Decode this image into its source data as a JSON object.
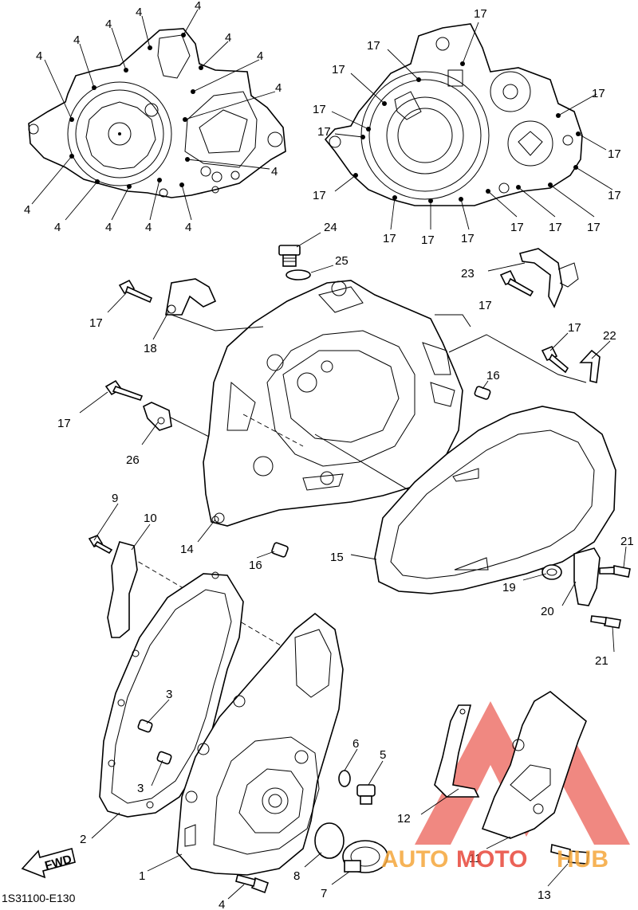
{
  "diagram_code": "1S31100-E130",
  "fwd_label": "FWD",
  "watermark": {
    "text_a": "AUTO",
    "text_b": "MOTO",
    "text_c": "HUB",
    "color_a": "#f4a63a",
    "color_b": "#e8463a"
  },
  "callouts": [
    {
      "id": "c4a",
      "text": "4"
    },
    {
      "id": "c4b",
      "text": "4"
    },
    {
      "id": "c4c",
      "text": "4"
    },
    {
      "id": "c4d",
      "text": "4"
    },
    {
      "id": "c4e",
      "text": "4"
    },
    {
      "id": "c4f",
      "text": "4"
    },
    {
      "id": "c4g",
      "text": "4"
    },
    {
      "id": "c4h",
      "text": "4"
    },
    {
      "id": "c4i",
      "text": "4"
    },
    {
      "id": "c4j",
      "text": "4"
    },
    {
      "id": "c4k",
      "text": "4"
    },
    {
      "id": "c4l",
      "text": "4"
    },
    {
      "id": "c4m",
      "text": "4"
    },
    {
      "id": "c4n",
      "text": "4"
    },
    {
      "id": "c4o",
      "text": "4"
    },
    {
      "id": "c17a",
      "text": "17"
    },
    {
      "id": "c17b",
      "text": "17"
    },
    {
      "id": "c17c",
      "text": "17"
    },
    {
      "id": "c17d",
      "text": "17"
    },
    {
      "id": "c17e",
      "text": "17"
    },
    {
      "id": "c17f",
      "text": "17"
    },
    {
      "id": "c17g",
      "text": "17"
    },
    {
      "id": "c17h",
      "text": "17"
    },
    {
      "id": "c17i",
      "text": "17"
    },
    {
      "id": "c17j",
      "text": "17"
    },
    {
      "id": "c17k",
      "text": "17"
    },
    {
      "id": "c17l",
      "text": "17"
    },
    {
      "id": "c17m",
      "text": "17"
    },
    {
      "id": "c17n",
      "text": "17"
    },
    {
      "id": "c17o",
      "text": "17"
    },
    {
      "id": "c24",
      "text": "24"
    },
    {
      "id": "c25",
      "text": "25"
    },
    {
      "id": "c23",
      "text": "23"
    },
    {
      "id": "c17p",
      "text": "17"
    },
    {
      "id": "c17q",
      "text": "17"
    },
    {
      "id": "c18",
      "text": "18"
    },
    {
      "id": "c17r",
      "text": "17"
    },
    {
      "id": "c22",
      "text": "22"
    },
    {
      "id": "c16a",
      "text": "16"
    },
    {
      "id": "c17s",
      "text": "17"
    },
    {
      "id": "c26",
      "text": "26"
    },
    {
      "id": "c9",
      "text": "9"
    },
    {
      "id": "c10",
      "text": "10"
    },
    {
      "id": "c14",
      "text": "14"
    },
    {
      "id": "c16b",
      "text": "16"
    },
    {
      "id": "c15",
      "text": "15"
    },
    {
      "id": "c21a",
      "text": "21"
    },
    {
      "id": "c19",
      "text": "19"
    },
    {
      "id": "c20",
      "text": "20"
    },
    {
      "id": "c21b",
      "text": "21"
    },
    {
      "id": "c3a",
      "text": "3"
    },
    {
      "id": "c3b",
      "text": "3"
    },
    {
      "id": "c6",
      "text": "6"
    },
    {
      "id": "c5",
      "text": "5"
    },
    {
      "id": "c12",
      "text": "12"
    },
    {
      "id": "c2",
      "text": "2"
    },
    {
      "id": "c11",
      "text": "11"
    },
    {
      "id": "c1",
      "text": "1"
    },
    {
      "id": "c8",
      "text": "8"
    },
    {
      "id": "c7",
      "text": "7"
    },
    {
      "id": "c13",
      "text": "13"
    },
    {
      "id": "c4p",
      "text": "4"
    }
  ]
}
